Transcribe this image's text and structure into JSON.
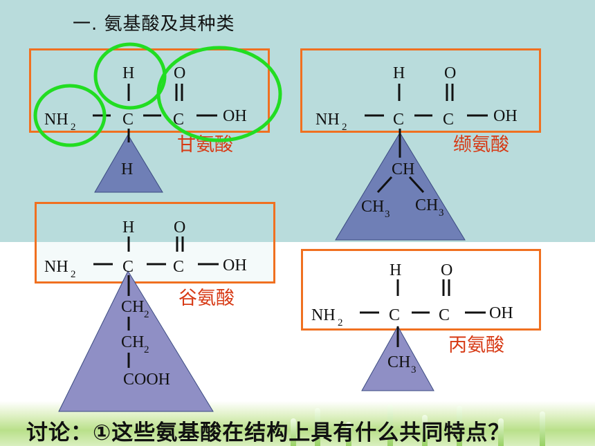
{
  "title": "一. 氨基酸及其种类",
  "question": "讨论：①这些氨基酸在结构上具有什么共同特点？",
  "common_labels": {
    "h": "H",
    "o": "O",
    "c": "C",
    "oh": "OH",
    "nh": "NH",
    "sub2": "2",
    "sub3": "3"
  },
  "amino_acids": {
    "glycine": {
      "name": "甘氨酸",
      "r_group": "H"
    },
    "valine": {
      "name": "缬氨酸",
      "r_top": "CH",
      "r_left": "CH",
      "r_right": "CH"
    },
    "glutamate": {
      "name": "谷氨酸",
      "r1": "CH",
      "r2": "CH",
      "r3": "COOH"
    },
    "alanine": {
      "name": "丙氨酸",
      "r_group": "CH"
    }
  },
  "colors": {
    "box_border": "#f07020",
    "highlight_circle": "#22dd22",
    "triangle_fill": "#6f7fb6",
    "name_text": "#d73a15"
  }
}
